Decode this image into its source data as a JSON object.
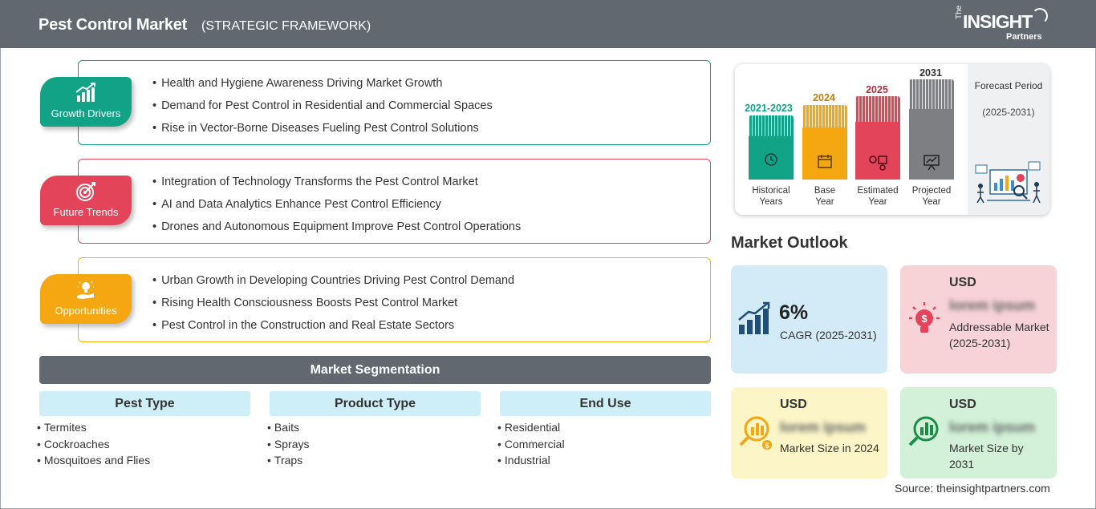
{
  "header": {
    "title": "Pest Control Market",
    "subtitle": "(STRATEGIC FRAMEWORK)",
    "logo": {
      "the": "The",
      "insight": "INSIGHT",
      "partners": "Partners"
    }
  },
  "framework": [
    {
      "label": "Growth Drivers",
      "icon": "bar-chart-growth-icon",
      "color": "#12a386",
      "items": [
        "Health and Hygiene Awareness Driving Market Growth",
        "Demand for Pest Control in Residential and Commercial Spaces",
        "Rise in Vector-Borne Diseases Fueling Pest Control Solutions"
      ]
    },
    {
      "label": "Future Trends",
      "icon": "target-icon",
      "color": "#e4445a",
      "items": [
        "Integration of Technology Transforms the Pest Control Market",
        "AI and Data Analytics Enhance Pest Control Efficiency",
        "Drones and Autonomous Equipment Improve Pest Control Operations"
      ]
    },
    {
      "label": "Opportunities",
      "icon": "lightbulb-hand-icon",
      "color": "#f5a712",
      "items": [
        "Urban Growth in Developing Countries Driving Pest Control Demand",
        "Rising Health Consciousness Boosts Pest Control Market",
        "Pest Control in the Construction and Real Estate Sectors"
      ]
    }
  ],
  "segmentation": {
    "title": "Market Segmentation",
    "columns": [
      {
        "title": "Pest Type",
        "items": [
          "Termites",
          "Cockroaches",
          "Mosquitoes and Flies"
        ]
      },
      {
        "title": "Product Type",
        "items": [
          "Baits",
          "Sprays",
          "Traps"
        ]
      },
      {
        "title": "End Use",
        "items": [
          "Residential",
          "Commercial",
          "Industrial"
        ]
      }
    ]
  },
  "timeline": {
    "bars": [
      {
        "year": "2021-2023",
        "label1": "Historical",
        "label2": "Years",
        "color": "#12a386",
        "icon": "history-icon"
      },
      {
        "year": "2024",
        "label1": "Base",
        "label2": "Year",
        "color": "#f5a712",
        "icon": "calendar-icon"
      },
      {
        "year": "2025",
        "label1": "Estimated",
        "label2": "Year",
        "color": "#e4445a",
        "icon": "gears-chart-icon"
      },
      {
        "year": "2031",
        "label1": "Projected",
        "label2": "Year",
        "color": "#7d7f82",
        "icon": "presentation-icon"
      }
    ],
    "forecast_title": "Forecast Period",
    "forecast_range": "(2025-2031)"
  },
  "outlook": {
    "title": "Market Outlook",
    "cagr": {
      "value": "6%",
      "label": "CAGR (2025-2031)"
    },
    "addressable": {
      "usd": "USD",
      "value": "lorem ipsum",
      "label": "Addressable Market (2025-2031)"
    },
    "size_2024": {
      "usd": "USD",
      "value": "lorem ipsum",
      "label": "Market Size in 2024"
    },
    "size_2031": {
      "usd": "USD",
      "value": "lorem ipsum",
      "label": "Market Size by 2031"
    }
  },
  "source": "Source: theinsightpartners.com"
}
